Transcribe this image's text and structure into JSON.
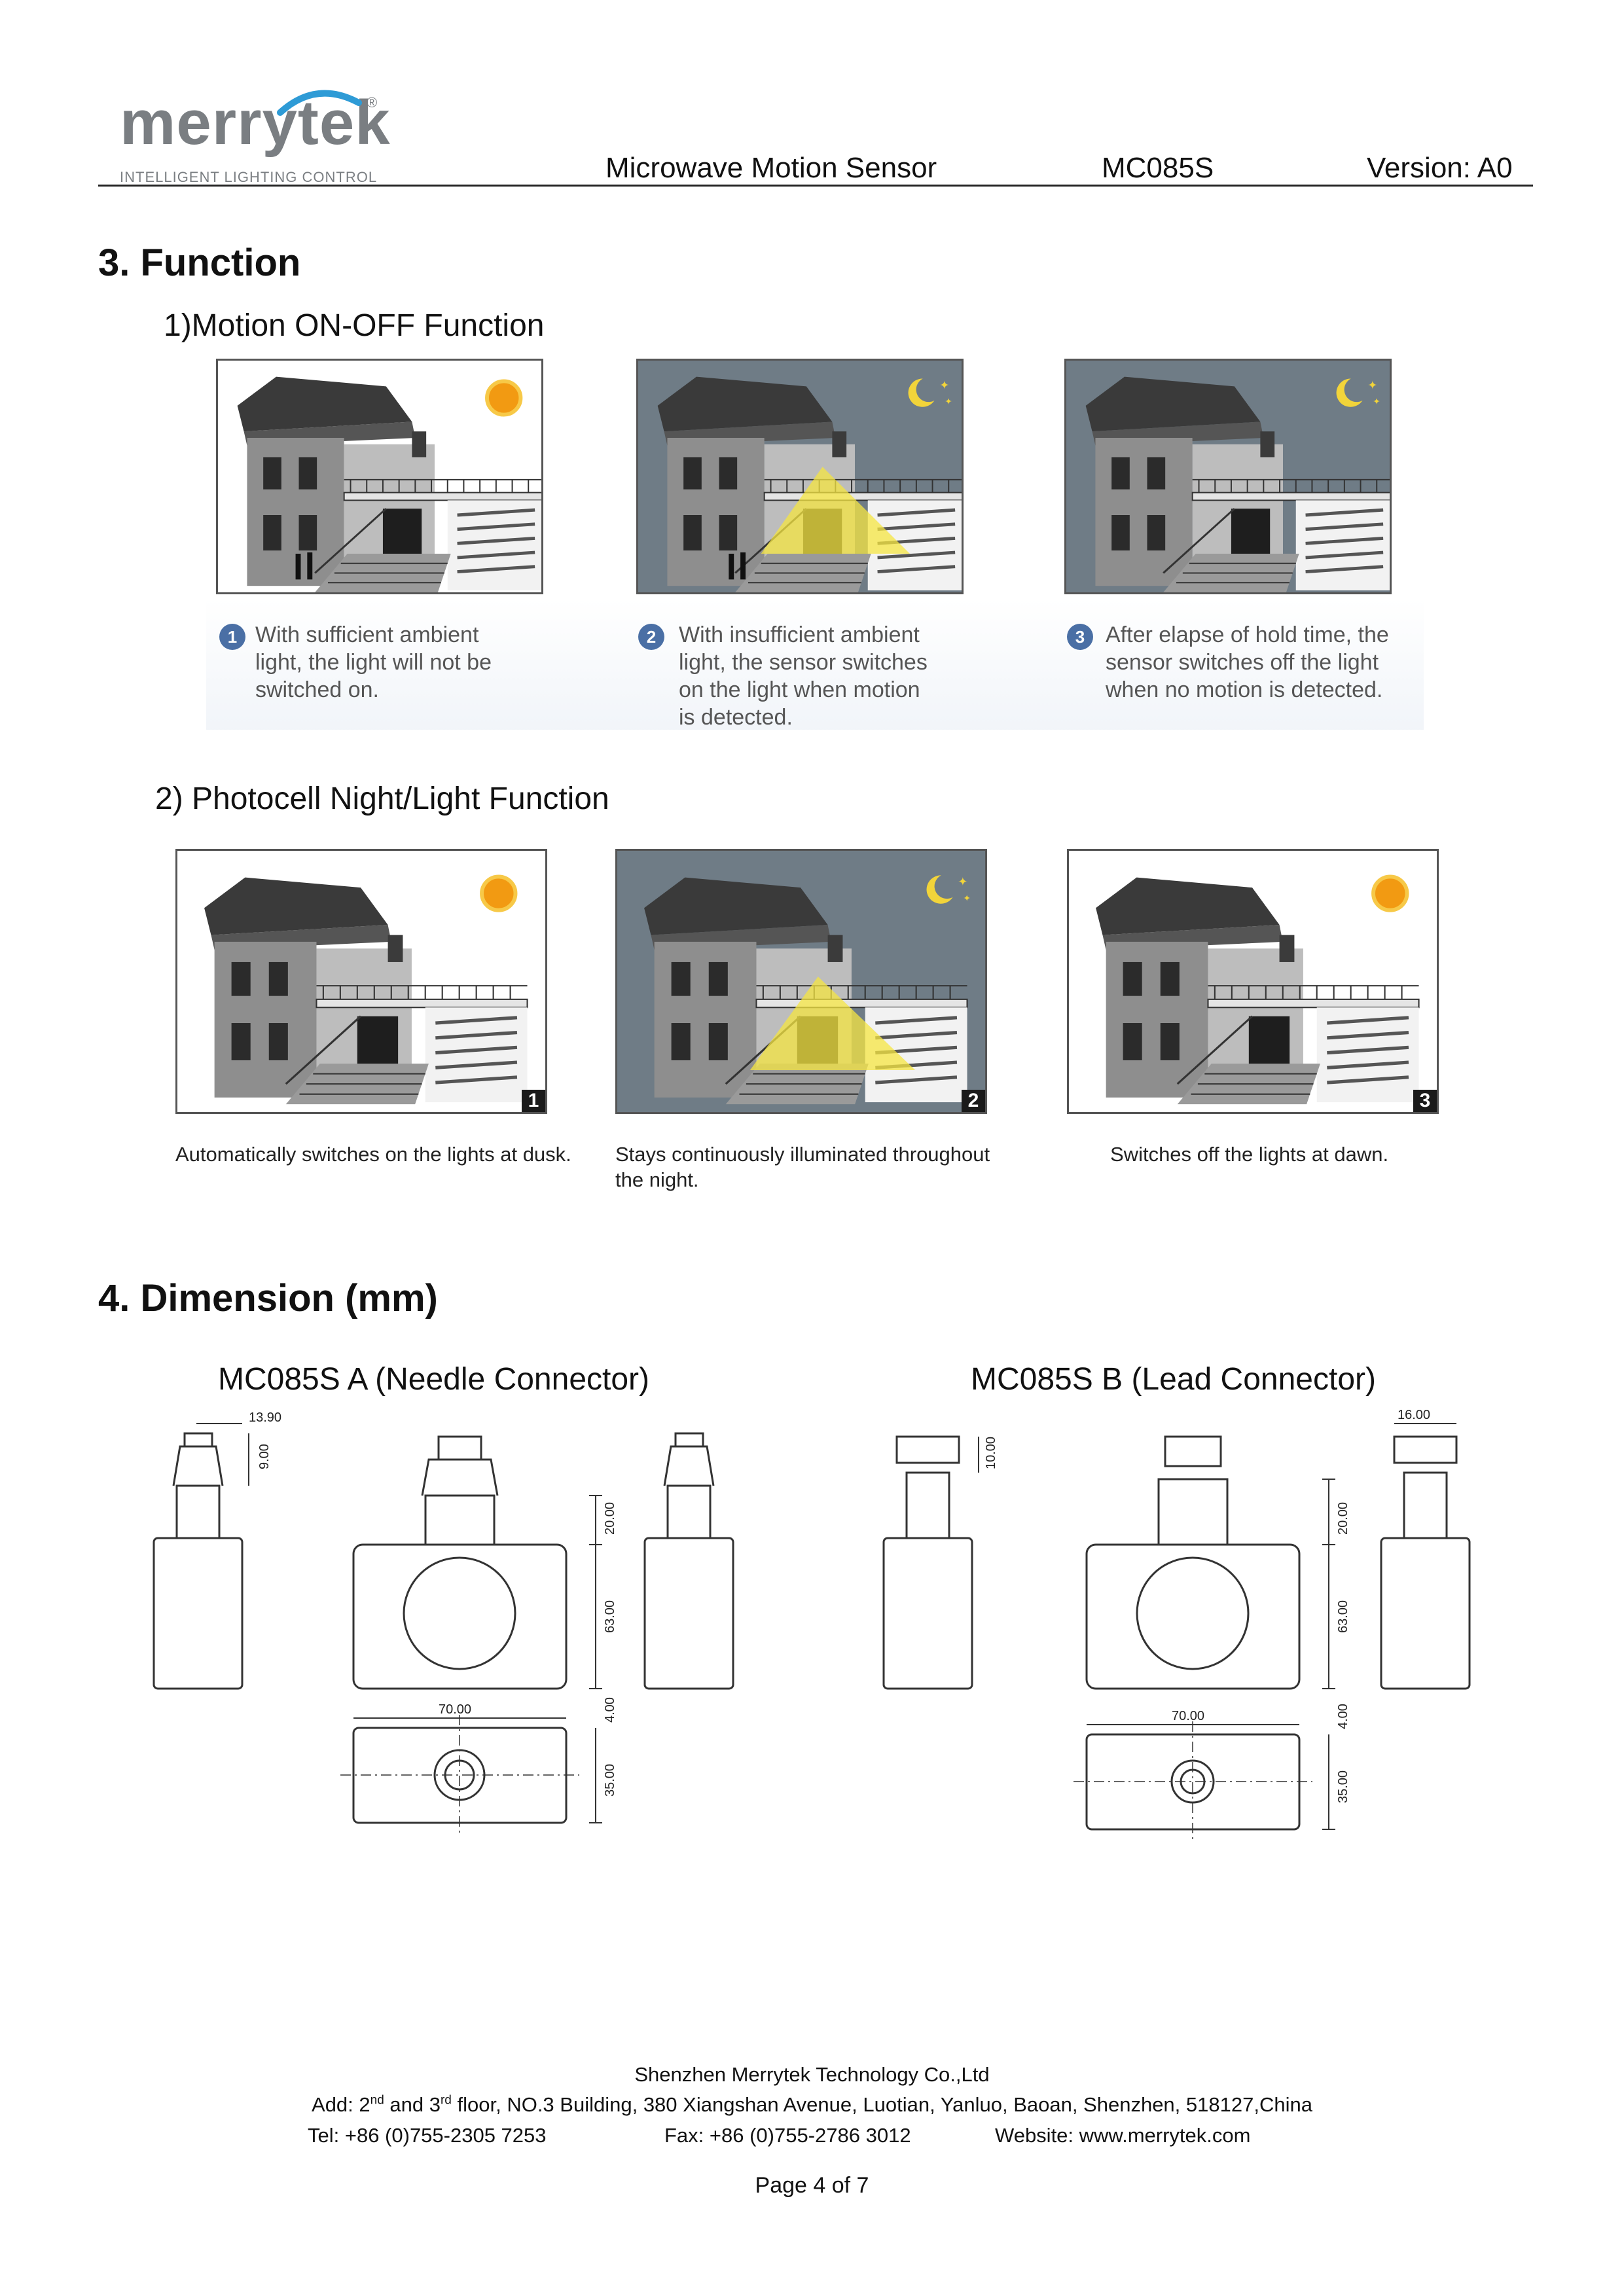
{
  "header": {
    "logo_text": "merrytek",
    "logo_reg": "®",
    "logo_tagline": "INTELLIGENT LIGHTING CONTROL",
    "product": "Microwave Motion Sensor",
    "model": "MC085S",
    "version": "Version: A0"
  },
  "section3": {
    "title": "3. Function",
    "motion": {
      "title": "1)Motion ON-OFF Function",
      "steps": [
        {
          "num": "1",
          "caption": "With sufficient ambient\nlight, the light will not be\nswitched on."
        },
        {
          "num": "2",
          "caption": "With insufficient ambient\nlight, the sensor switches\non the light when motion\nis detected."
        },
        {
          "num": "3",
          "caption": "After elapse of hold time, the\nsensor switches off the light\nwhen no motion is detected."
        }
      ]
    },
    "photocell": {
      "title": "2) Photocell Night/Light Function",
      "steps": [
        {
          "num": "1",
          "caption": "Automatically switches on the lights at dusk."
        },
        {
          "num": "2",
          "caption": "Stays continuously illuminated throughout the night."
        },
        {
          "num": "3",
          "caption": "Switches off the lights at dawn."
        }
      ]
    }
  },
  "section4": {
    "title": "4. Dimension (mm)",
    "variant_a": "MC085S A (Needle Connector)",
    "variant_b": "MC085S B (Lead Connector)",
    "dims_a": {
      "connector_width": "13.90",
      "connector_height": "9.00",
      "top_height": "20.00",
      "body_height": "63.00",
      "width": "70.00",
      "base_offset": "4.00",
      "depth": "35.00"
    },
    "dims_b": {
      "connector_width": "16.00",
      "connector_height": "10.00",
      "top_height": "20.00",
      "body_height": "63.00",
      "width": "70.00",
      "base_offset": "4.00",
      "depth": "35.00"
    }
  },
  "footer": {
    "company": "Shenzhen Merrytek Technology Co.,Ltd",
    "addr_prefix": "Add: 2",
    "addr_sup1": "nd",
    "addr_mid": " and 3",
    "addr_sup2": "rd",
    "addr_rest": " floor, NO.3 Building, 380 Xiangshan Avenue, Luotian, Yanluo, Baoan, Shenzhen, 518127,China",
    "tel": "Tel: +86 (0)755-2305 7253",
    "fax": "Fax: +86 (0)755-2786 3012",
    "website": "Website: www.merrytek.com",
    "page": "Page 4 of 7"
  }
}
